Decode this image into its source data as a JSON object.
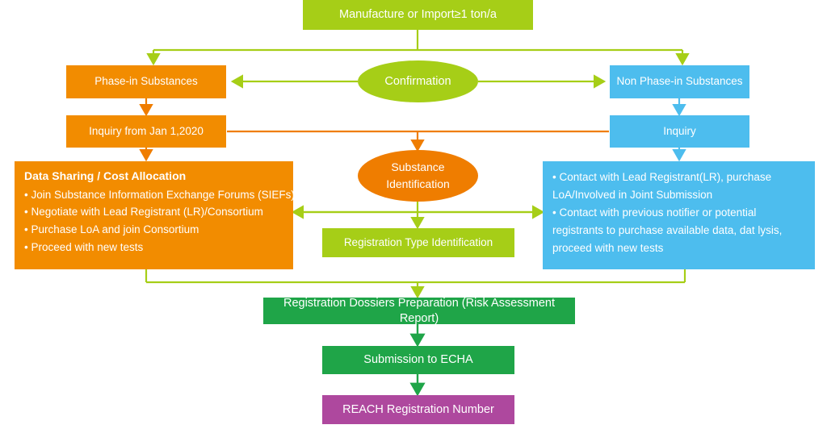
{
  "diagram": {
    "title": "REACH Registration Process Flowchart",
    "colors": {
      "green": "#A6CE17",
      "orange": "#F28C00",
      "orange_dark": "#EF7D00",
      "blue": "#4DBDEE",
      "dark_green": "#1FA548",
      "purple": "#AE489E",
      "background": "#FFFFFF"
    },
    "nodes": {
      "manufacture": {
        "label": "Manufacture or Import≥1 ton/a",
        "shape": "rect",
        "color": "#A6CE17"
      },
      "confirmation": {
        "label": "Confirmation",
        "shape": "ellipse",
        "color": "#A6CE17"
      },
      "phase_in": {
        "label": "Phase-in Substances",
        "shape": "rect",
        "color": "#F28C00"
      },
      "non_phase_in": {
        "label": "Non Phase-in Substances",
        "shape": "rect",
        "color": "#4DBDEE"
      },
      "inquiry_jan": {
        "label": "Inquiry from Jan 1,2020",
        "shape": "rect",
        "color": "#F28C00"
      },
      "inquiry": {
        "label": "Inquiry",
        "shape": "rect",
        "color": "#4DBDEE"
      },
      "substance_identification": {
        "line1": "Substance",
        "line2": "Identification",
        "shape": "ellipse",
        "color": "#EF7D00"
      },
      "registration_type": {
        "label": "Registration Type Identification",
        "shape": "rect",
        "color": "#A6CE17"
      },
      "data_sharing": {
        "shape": "rect",
        "color": "#F28C00",
        "title": "Data Sharing / Cost Allocation",
        "bullets": [
          "• Join Substance Information Exchange Forums (SIEFs)",
          "• Negotiate with Lead Registrant (LR)/Consortium",
          "• Purchase LoA and join Consortium",
          "• Proceed with new tests"
        ]
      },
      "contact_lr": {
        "shape": "rect",
        "color": "#4DBDEE",
        "lines": [
          "• Contact with Lead Registrant(LR), purchase",
          "LoA/Involved in Joint Submission",
          "• Contact with previous notifier or potential",
          "registrants to purchase available data, dat lysis,",
          "proceed with new tests"
        ]
      },
      "dossiers": {
        "label": "Registration Dossiers Preparation (Risk Assessment Report)",
        "shape": "rect",
        "color": "#1FA548"
      },
      "submission": {
        "label": "Submission to ECHA",
        "shape": "rect",
        "color": "#1FA548"
      },
      "reach_number": {
        "label": "REACH Registration Number",
        "shape": "rect",
        "color": "#AE489E"
      }
    },
    "edges": [
      {
        "from": "manufacture",
        "to": "phase_in",
        "color": "#A6CE17",
        "arrow": true
      },
      {
        "from": "manufacture",
        "to": "non_phase_in",
        "color": "#A6CE17",
        "arrow": true
      },
      {
        "from": "confirmation",
        "to": "phase_in",
        "color": "#A6CE17",
        "arrow": true
      },
      {
        "from": "confirmation",
        "to": "non_phase_in",
        "color": "#A6CE17",
        "arrow": true
      },
      {
        "from": "phase_in",
        "to": "inquiry_jan",
        "color": "#EF7D00",
        "arrow": true
      },
      {
        "from": "non_phase_in",
        "to": "inquiry",
        "color": "#4DBDEE",
        "arrow": true
      },
      {
        "from": "inquiry_jan",
        "to": "inquiry",
        "color": "#EF7D00",
        "arrow": false
      },
      {
        "from": "inquiry_jan",
        "to": "substance_identification",
        "color": "#EF7D00",
        "arrow": true
      },
      {
        "from": "inquiry_jan",
        "to": "data_sharing",
        "color": "#EF7D00",
        "arrow": true
      },
      {
        "from": "inquiry",
        "to": "contact_lr",
        "color": "#4DBDEE",
        "arrow": true
      },
      {
        "from": "substance_identification",
        "to": "registration_type",
        "color": "#A6CE17",
        "arrow": true
      },
      {
        "from": "registration_type",
        "to": "data_sharing",
        "color": "#A6CE17",
        "arrow": true
      },
      {
        "from": "registration_type",
        "to": "contact_lr",
        "color": "#A6CE17",
        "arrow": true
      },
      {
        "from": "data_sharing",
        "to": "dossiers",
        "color": "#A6CE17",
        "arrow": true
      },
      {
        "from": "contact_lr",
        "to": "dossiers",
        "color": "#A6CE17",
        "arrow": true
      },
      {
        "from": "dossiers",
        "to": "submission",
        "color": "#1FA548",
        "arrow": true
      },
      {
        "from": "submission",
        "to": "reach_number",
        "color": "#1FA548",
        "arrow": true
      }
    ]
  }
}
